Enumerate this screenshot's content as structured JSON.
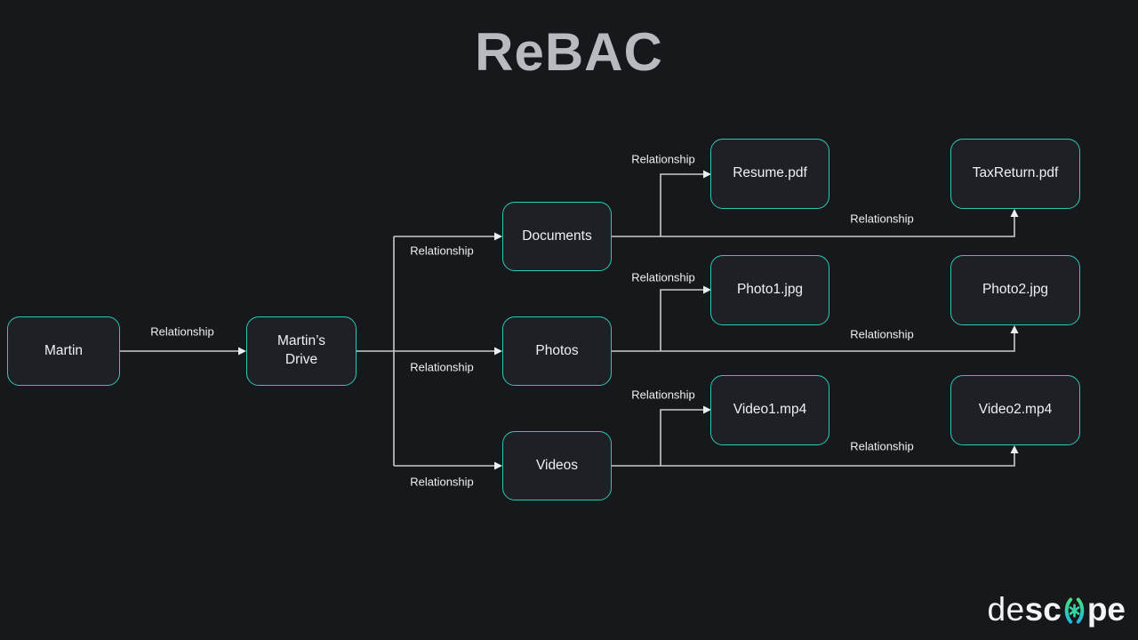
{
  "title": "ReBAC",
  "diagram": {
    "type": "graph",
    "nodes": [
      {
        "id": "martin",
        "label": "Martin"
      },
      {
        "id": "martins-drive",
        "label": "Martin’s Drive"
      },
      {
        "id": "documents",
        "label": "Documents"
      },
      {
        "id": "photos",
        "label": "Photos"
      },
      {
        "id": "videos",
        "label": "Videos"
      },
      {
        "id": "resume",
        "label": "Resume.pdf"
      },
      {
        "id": "taxreturn",
        "label": "TaxReturn.pdf"
      },
      {
        "id": "photo1",
        "label": "Photo1.jpg"
      },
      {
        "id": "photo2",
        "label": "Photo2.jpg"
      },
      {
        "id": "video1",
        "label": "Video1.mp4"
      },
      {
        "id": "video2",
        "label": "Video2.mp4"
      }
    ],
    "edges": [
      {
        "from": "Martin",
        "to": "Martin’s Drive",
        "label": "Relationship"
      },
      {
        "from": "Martin’s Drive",
        "to": "Documents",
        "label": "Relationship"
      },
      {
        "from": "Martin’s Drive",
        "to": "Photos",
        "label": "Relationship"
      },
      {
        "from": "Martin’s Drive",
        "to": "Videos",
        "label": "Relationship"
      },
      {
        "from": "Documents",
        "to": "Resume.pdf",
        "label": "Relationship"
      },
      {
        "from": "Documents",
        "to": "TaxReturn.pdf",
        "label": "Relationship"
      },
      {
        "from": "Photos",
        "to": "Photo1.jpg",
        "label": "Relationship"
      },
      {
        "from": "Photos",
        "to": "Photo2.jpg",
        "label": "Relationship"
      },
      {
        "from": "Videos",
        "to": "Video1.mp4",
        "label": "Relationship"
      },
      {
        "from": "Videos",
        "to": "Video2.mp4",
        "label": "Relationship"
      }
    ],
    "colors": {
      "background": "#17181c",
      "node_fill": "#1e2026",
      "node_border": "#2cc9b4",
      "connector": "#c9cacd",
      "arrowhead": "#ededee",
      "title": "#b7babf",
      "text": "#eef0f2",
      "label": "#eef0f1"
    }
  },
  "logo": {
    "prefix": "de",
    "mid": "sc",
    "suffix": "pe",
    "icon_colors": {
      "green": "#4ade80",
      "blue": "#22b8dd",
      "asterisk": "#35d6a0"
    }
  }
}
